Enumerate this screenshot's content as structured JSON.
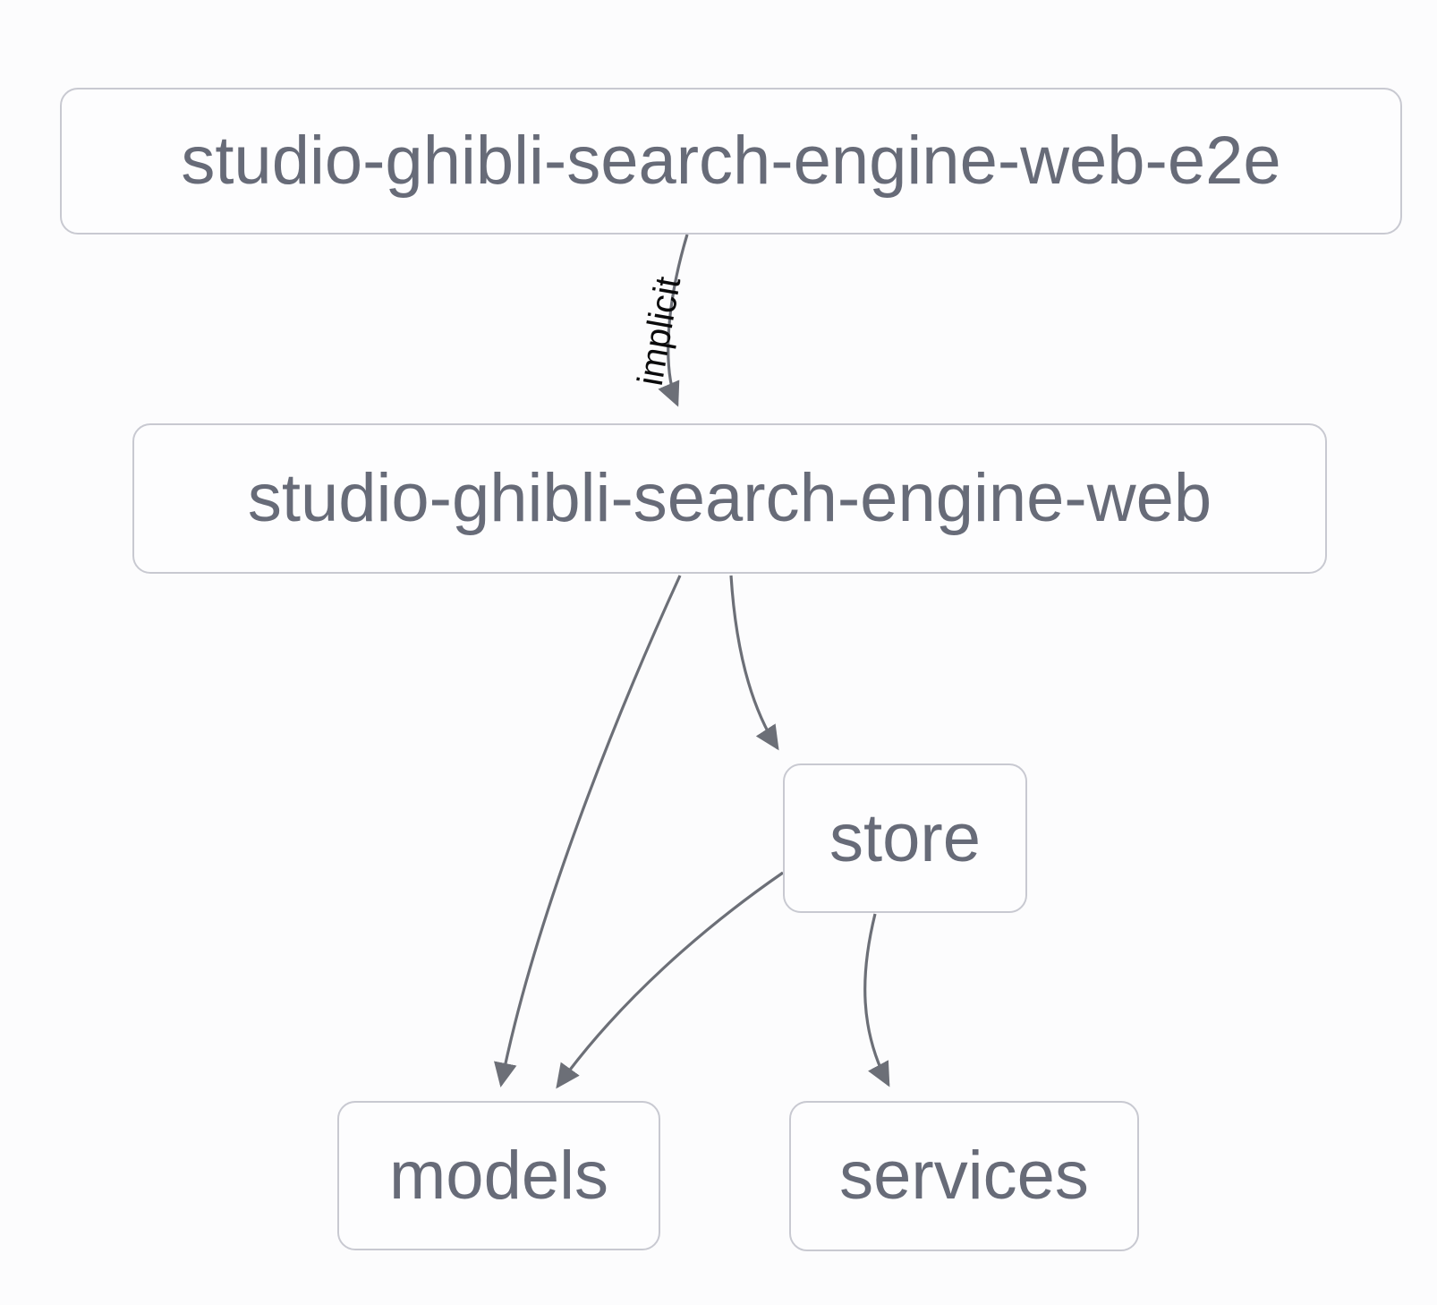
{
  "diagram": {
    "type": "dependency-graph",
    "nodes": [
      {
        "id": "studio-ghibli-search-engine-web-e2e",
        "label": "studio-ghibli-search-engine-web-e2e"
      },
      {
        "id": "studio-ghibli-search-engine-web",
        "label": "studio-ghibli-search-engine-web"
      },
      {
        "id": "store",
        "label": "store"
      },
      {
        "id": "models",
        "label": "models"
      },
      {
        "id": "services",
        "label": "services"
      }
    ],
    "edges": [
      {
        "from": "studio-ghibli-search-engine-web-e2e",
        "to": "studio-ghibli-search-engine-web",
        "label": "implicit"
      },
      {
        "from": "studio-ghibli-search-engine-web",
        "to": "models",
        "label": ""
      },
      {
        "from": "studio-ghibli-search-engine-web",
        "to": "store",
        "label": ""
      },
      {
        "from": "store",
        "to": "models",
        "label": ""
      },
      {
        "from": "store",
        "to": "services",
        "label": ""
      }
    ],
    "colors": {
      "background": "#fcfcfd",
      "node_background": "#fdfdfe",
      "node_border": "#c8c9d1",
      "node_text": "#676b78",
      "edge": "#6c6f77",
      "edge_label_text": "#0a0a0b"
    }
  }
}
